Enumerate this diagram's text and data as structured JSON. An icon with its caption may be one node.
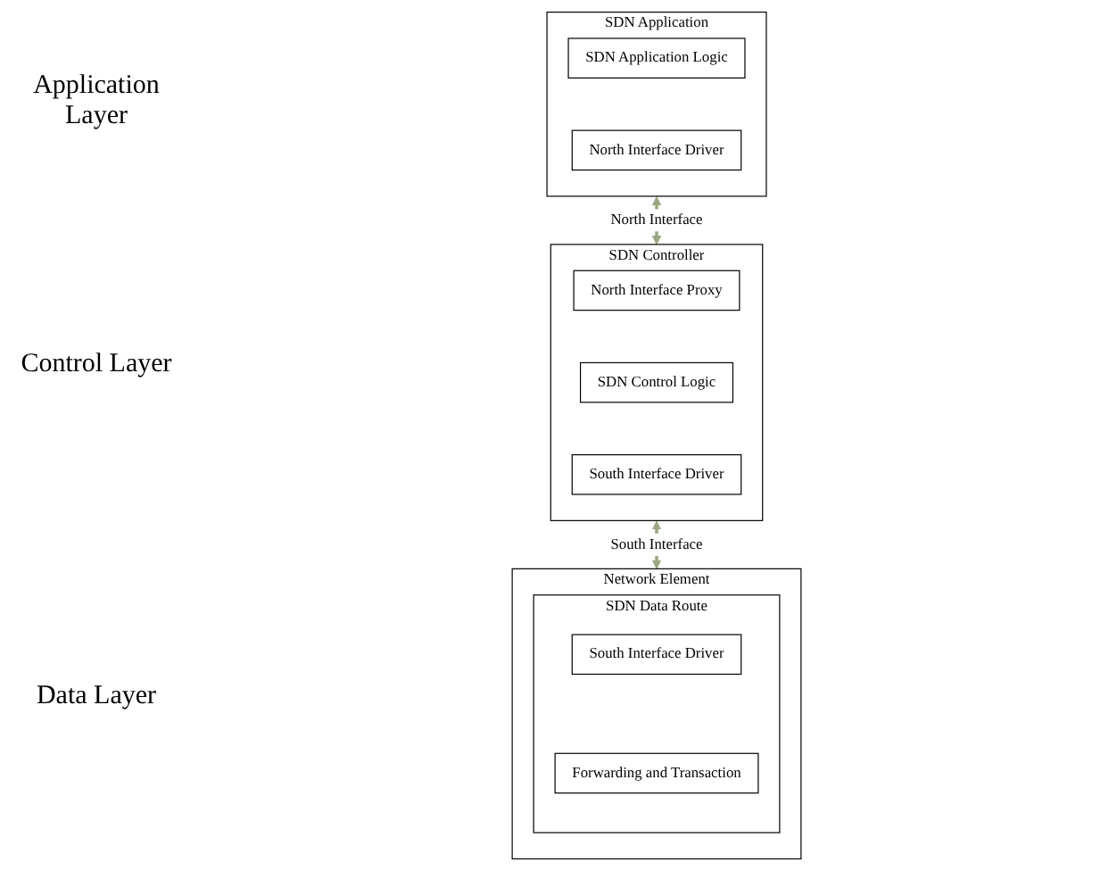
{
  "diagram": {
    "nodes": [
      {
        "text": [
          "SDN Application"
        ]
      },
      {
        "text": [
          "SDN Application Logic"
        ],
        "in": 0
      },
      {
        "text": [
          "North Interface Driver"
        ],
        "in": 0
      },
      {
        "text": [
          "SDN Controller"
        ]
      },
      {
        "text": [
          "North Interface Proxy"
        ],
        "in": 3
      },
      {
        "text": [
          "SDN Control Logic"
        ],
        "in": 3
      },
      {
        "text": [
          "South Interface Driver"
        ],
        "in": 3
      },
      {
        "text": [
          "Network Element"
        ]
      },
      {
        "text": [
          "SDN Data Route"
        ],
        "in": 7
      },
      {
        "text": [
          "South Interface Driver"
        ],
        "in": 8
      },
      {
        "text": [
          "Forwarding and Transaction"
        ],
        "in": 8
      }
    ],
    "edges": [
      {
        "from": 0,
        "to": 3,
        "arrow": "both",
        "label": "North Interface"
      },
      {
        "from": 3,
        "to": 7,
        "arrow": "both",
        "label": "South Interface"
      }
    ],
    "labels": [
      "Application Layer",
      "Control Layer",
      "Data Layer"
    ]
  }
}
